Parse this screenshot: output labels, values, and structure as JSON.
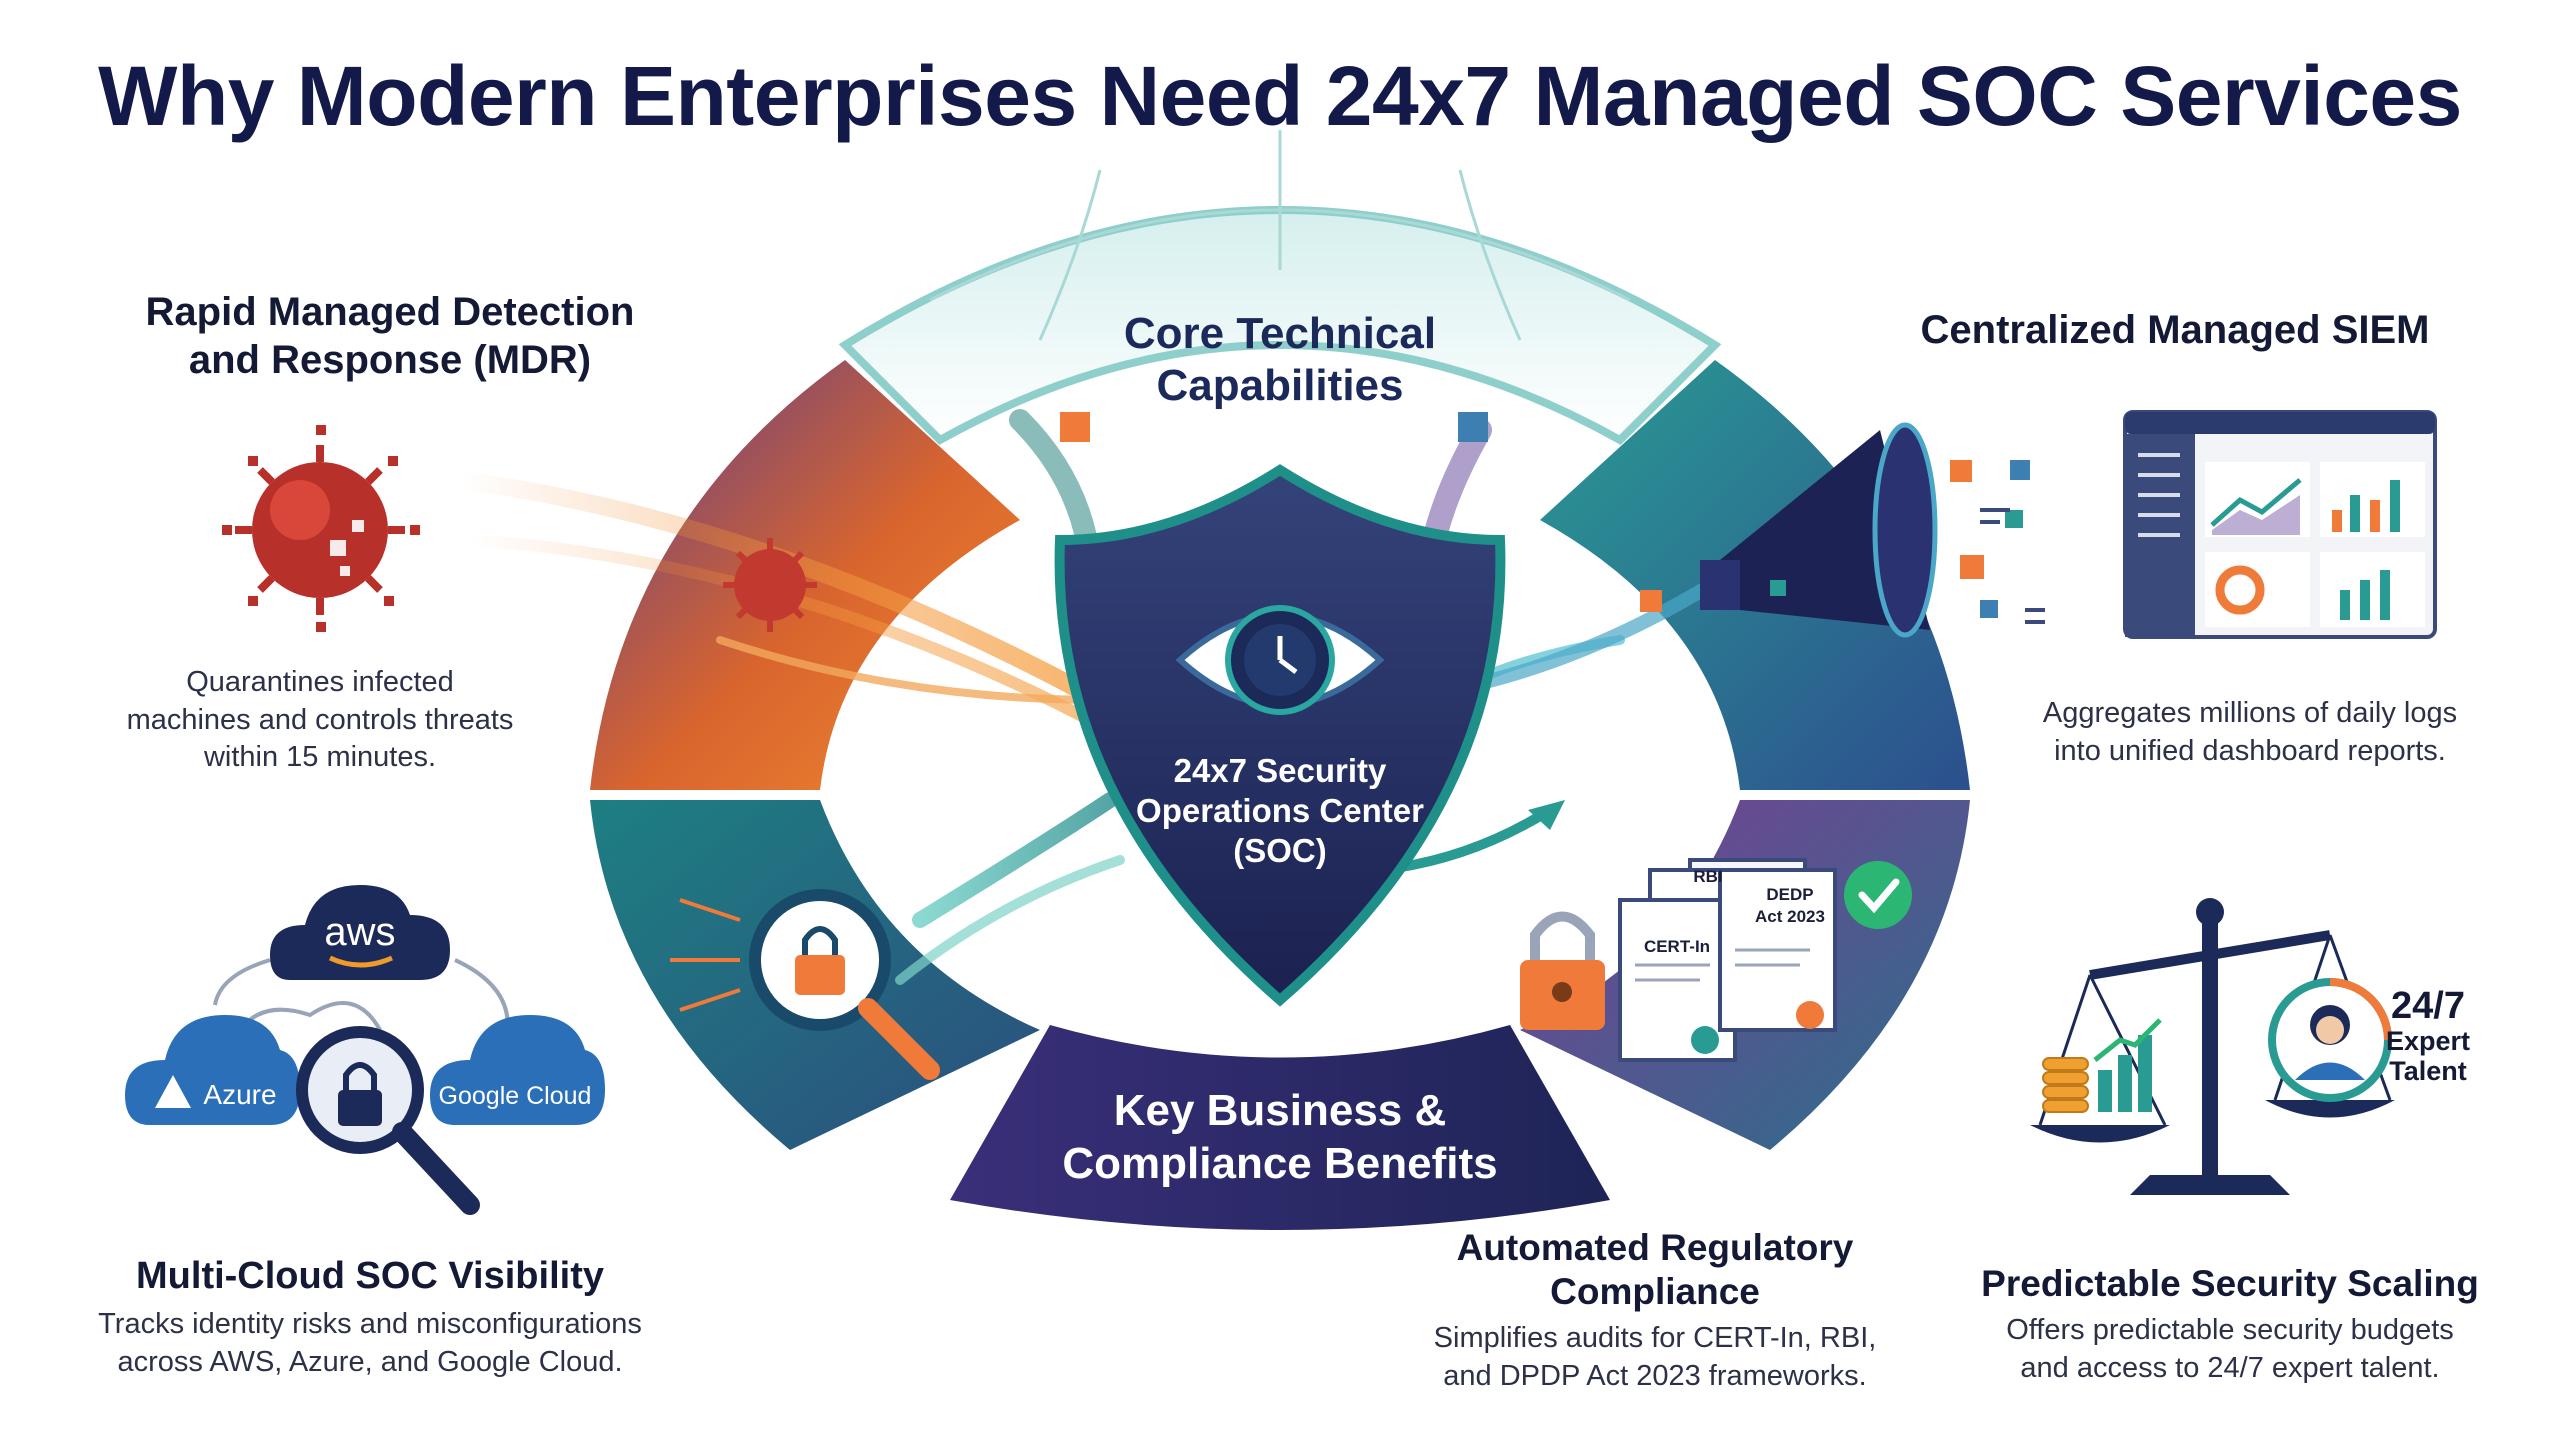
{
  "title": "Why Modern Enterprises Need 24x7 Managed SOC Services",
  "center": {
    "hub_line1": "24x7 Security",
    "hub_line2": "Operations Center",
    "hub_line3": "(SOC)",
    "core_line1": "Core Technical",
    "core_line2": "Capabilities",
    "benefits_line1": "Key Business &",
    "benefits_line2": "Compliance Benefits"
  },
  "mdr": {
    "heading_line1": "Rapid Managed Detection",
    "heading_line2": "and Response (MDR)",
    "desc_line1": "Quarantines infected",
    "desc_line2": "machines and controls threats",
    "desc_line3": "within 15 minutes."
  },
  "siem": {
    "heading": "Centralized Managed SIEM",
    "desc_line1": "Aggregates millions of daily logs",
    "desc_line2": "into unified dashboard reports."
  },
  "multicloud": {
    "heading": "Multi-Cloud SOC Visibility",
    "desc_line1": "Tracks identity risks and misconfigurations",
    "desc_line2": "across AWS, Azure, and Google Cloud.",
    "aws_label": "aws",
    "azure_label": "Azure",
    "gcp_label": "Google Cloud"
  },
  "compliance": {
    "heading_line1": "Automated Regulatory",
    "heading_line2": "Compliance",
    "desc_line1": "Simplifies audits for CERT-In, RBI,",
    "desc_line2": "and DPDP Act 2023 frameworks.",
    "doc1": "CERT-In",
    "doc2": "RBI",
    "doc3_line1": "DEDP",
    "doc3_line2": "Act 2023"
  },
  "scaling": {
    "heading": "Predictable Security Scaling",
    "desc_line1": "Offers predictable security budgets",
    "desc_line2": "and access to 24/7 expert talent.",
    "badge_line1": "24/7",
    "badge_line2": "Expert",
    "badge_line3": "Talent"
  },
  "colors": {
    "navy": "#131a4a",
    "orange": "#e8742a",
    "teal": "#1f8f8a",
    "purple": "#6a3d8f",
    "blue": "#2e5f9a",
    "green_check": "#2bb673"
  },
  "icons": [
    "virus-icon",
    "eye-clock-icon",
    "megaphone-icon",
    "dashboard-icon",
    "cloud-icon",
    "magnifier-lock-icon",
    "padlock-icon",
    "document-icon",
    "check-icon",
    "scale-icon",
    "coin-stack-icon",
    "expert-avatar-icon"
  ]
}
